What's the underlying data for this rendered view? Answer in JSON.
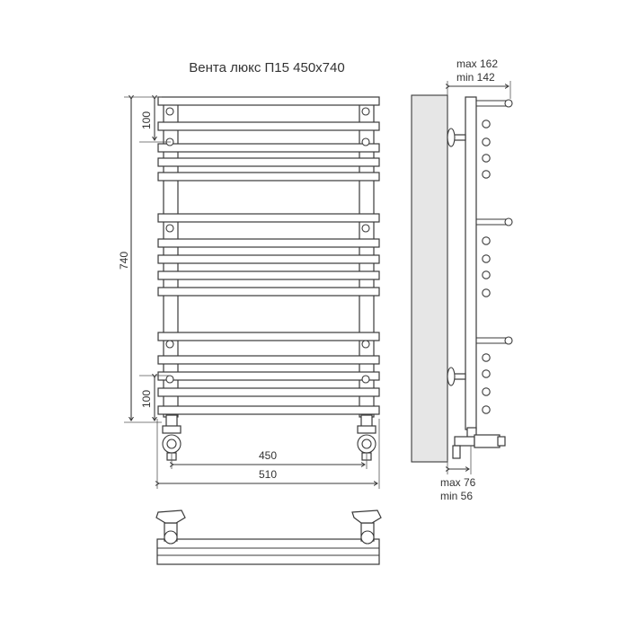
{
  "title": "Вента люкс П15 450x740",
  "dimensions": {
    "height_total": "740",
    "top_step": "100",
    "bottom_step": "100",
    "axis_width": "450",
    "total_width": "510",
    "depth_max_top": "max 162",
    "depth_min_top": "min 142",
    "depth_max_bottom": "max 76",
    "depth_min_bottom": "min 56"
  },
  "colors": {
    "line": "#3a3a3a",
    "wall": "#e6e6e6",
    "background": "#ffffff"
  }
}
